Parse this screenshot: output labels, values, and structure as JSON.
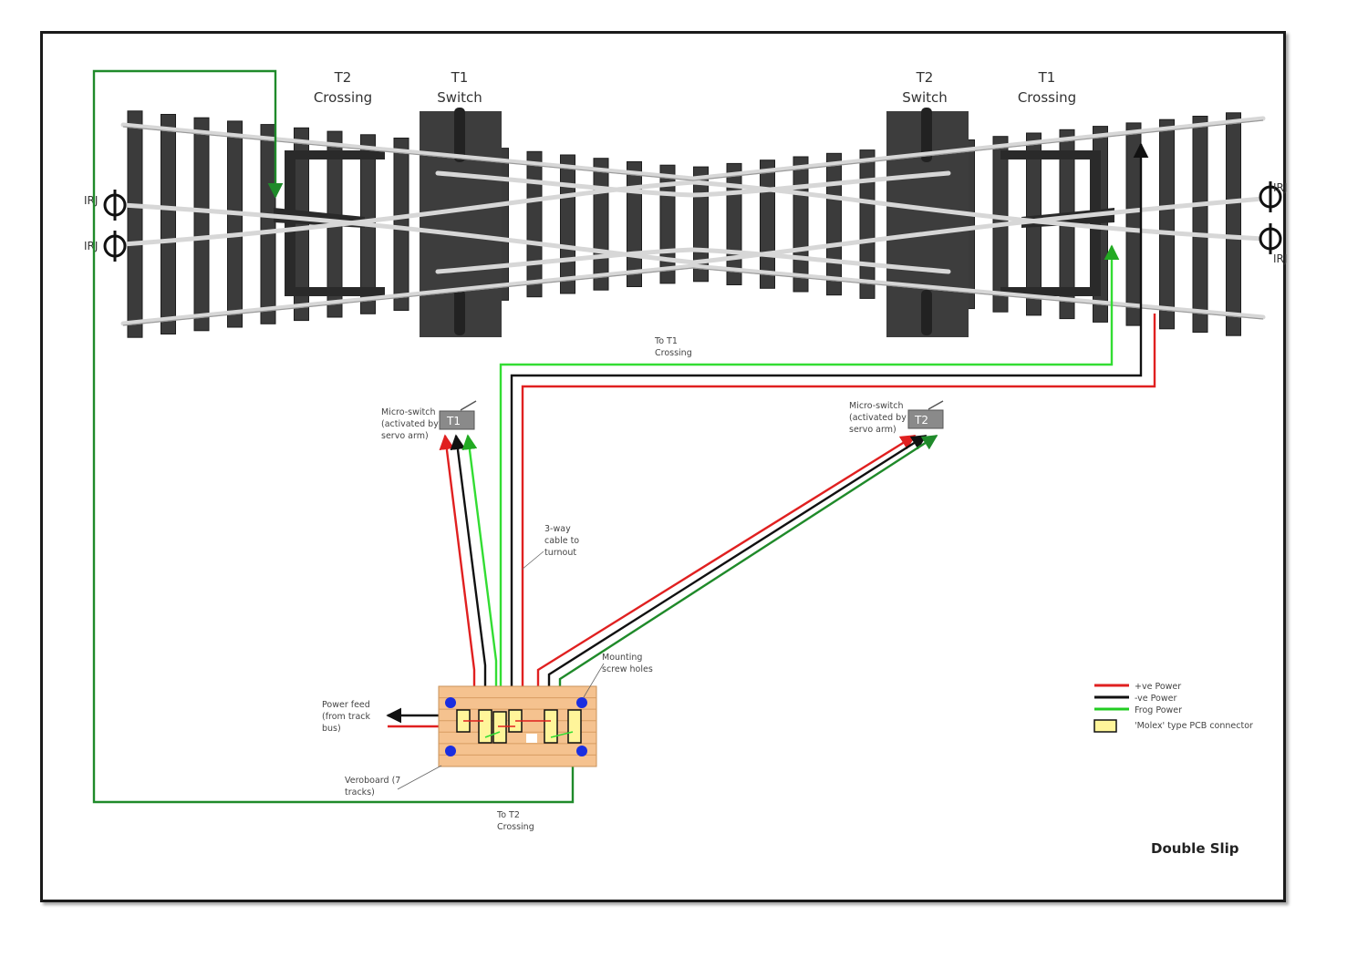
{
  "turnout_labels": {
    "t2_crossing": {
      "line1": "T2",
      "line2": "Crossing"
    },
    "t1_switch": {
      "line1": "T1",
      "line2": "Switch"
    },
    "t2_switch": {
      "line1": "T2",
      "line2": "Switch"
    },
    "t1_crossing": {
      "line1": "T1",
      "line2": "Crossing"
    }
  },
  "irj": {
    "label": "IRJ"
  },
  "to_t1_crossing": {
    "line1": "To T1",
    "line2": "Crossing"
  },
  "to_t2_crossing": {
    "line1": "To T2",
    "line2": "Crossing"
  },
  "micro_switch_t1": {
    "badge": "T1",
    "lines": [
      "Micro-switch",
      "(activated by",
      "servo arm)"
    ]
  },
  "micro_switch_t2": {
    "badge": "T2",
    "lines": [
      "Micro-switch",
      "(activated by",
      "servo arm)"
    ]
  },
  "cable_note": {
    "lines": [
      "3-way",
      "cable to",
      "turnout"
    ]
  },
  "mounting_note": {
    "lines": [
      "Mounting",
      "screw holes"
    ]
  },
  "power_feed_note": {
    "lines": [
      "Power feed",
      "(from track",
      "bus)"
    ]
  },
  "veroboard_note": {
    "lines": [
      "Veroboard (7",
      "tracks)"
    ]
  },
  "legend": {
    "items": [
      {
        "label": "+ve Power",
        "color": "#e02020"
      },
      {
        "label": "-ve Power",
        "color": "#111111"
      },
      {
        "label": "Frog Power",
        "color": "#22cc22"
      }
    ],
    "connector_label": "'Molex' type PCB connector",
    "connector_color": "#fff59a"
  },
  "title": "Double Slip",
  "colors": {
    "positive": "#e02020",
    "negative": "#111111",
    "frog_light": "#33dd33",
    "frog_dark": "#1f8a2a",
    "board": "#f5c28f",
    "hole": "#1a2ee0"
  }
}
